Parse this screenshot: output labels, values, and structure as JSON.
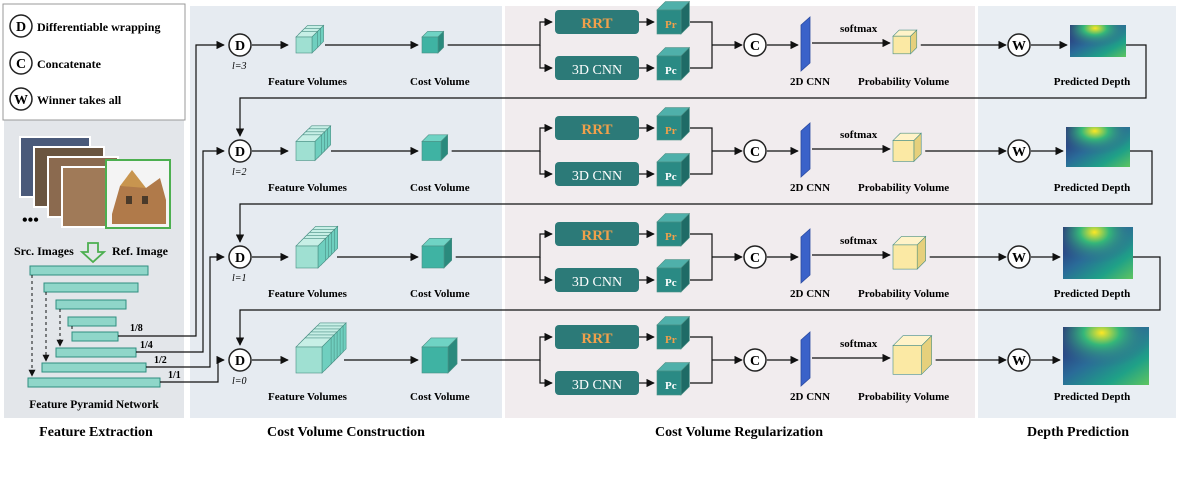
{
  "legend": {
    "items": [
      {
        "symbol": "D",
        "text": "Differentiable wrapping"
      },
      {
        "symbol": "C",
        "text": "Concatenate"
      },
      {
        "symbol": "W",
        "text": "Winner takes all"
      }
    ]
  },
  "feature_extraction": {
    "src_label": "Src. Images",
    "ref_label": "Ref. Image",
    "dots": "•••",
    "pyramid_label": "Feature Pyramid Network",
    "scales": [
      "1/8",
      "1/4",
      "1/2",
      "1/1"
    ]
  },
  "stages": [
    {
      "level": "l=3",
      "d": "D",
      "c": "C",
      "w": "W",
      "feature_volumes": "Feature Volumes",
      "cost_volume": "Cost Volume",
      "rrt": "RRT",
      "cnn3d": "3D CNN",
      "p_top": "Pr",
      "p_bottom": "Pc",
      "cnn2d": "2D CNN",
      "softmax": "softmax",
      "prob_volume": "Probability Volume",
      "predicted_depth": "Predicted Depth"
    },
    {
      "level": "l=2",
      "d": "D",
      "c": "C",
      "w": "W",
      "feature_volumes": "Feature Volumes",
      "cost_volume": "Cost Volume",
      "rrt": "RRT",
      "cnn3d": "3D CNN",
      "p_top": "Pr",
      "p_bottom": "Pc",
      "cnn2d": "2D CNN",
      "softmax": "softmax",
      "prob_volume": "Probability Volume",
      "predicted_depth": "Predicted Depth"
    },
    {
      "level": "l=1",
      "d": "D",
      "c": "C",
      "w": "W",
      "feature_volumes": "Feature Volumes",
      "cost_volume": "Cost Volume",
      "rrt": "RRT",
      "cnn3d": "3D CNN",
      "p_top": "Pr",
      "p_bottom": "Pc",
      "cnn2d": "2D CNN",
      "softmax": "softmax",
      "prob_volume": "Probability Volume",
      "predicted_depth": "Predicted Depth"
    },
    {
      "level": "l=0",
      "d": "D",
      "c": "C",
      "w": "W",
      "feature_volumes": "Feature Volumes",
      "cost_volume": "Cost Volume",
      "rrt": "RRT",
      "cnn3d": "3D CNN",
      "p_top": "Pr",
      "p_bottom": "Pc",
      "cnn2d": "2D CNN",
      "softmax": "softmax",
      "prob_volume": "Probability Volume",
      "predicted_depth": "Predicted Depth"
    }
  ],
  "sections": {
    "feature_extraction": "Feature Extraction",
    "cost_volume_construction": "Cost Volume Construction",
    "cost_volume_regularization": "Cost Volume Regularization",
    "depth_prediction": "Depth Prediction"
  },
  "colors": {
    "panel_bg": "#e8ecf1",
    "teal": "#6fcfbf",
    "teal_dark": "#2f8f80",
    "rrt_box": "#2c7a78",
    "rrt_text": "#f0a04b",
    "cnn2d": "#3a62c9",
    "prob": "#f3e6a0",
    "depth_dark": "#1f3b7a",
    "depth_light": "#b9e35a"
  }
}
